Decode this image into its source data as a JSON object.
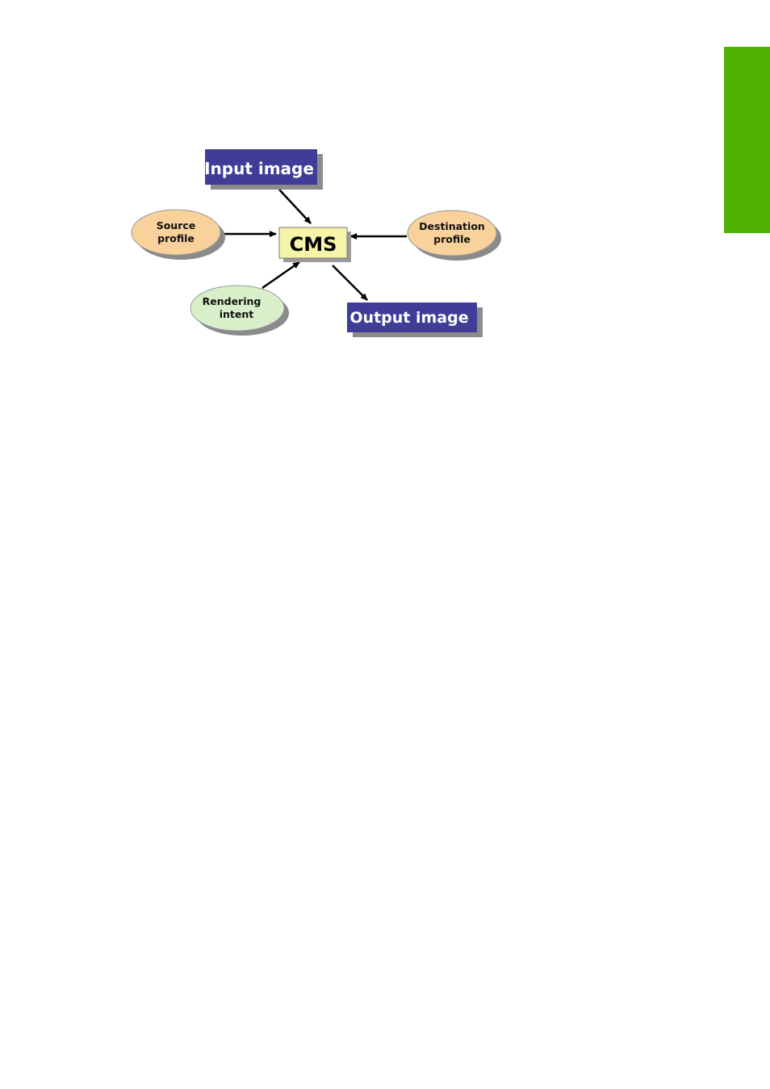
{
  "side_tab": {
    "color": "#4fb100"
  },
  "diagram": {
    "nodes": {
      "input_image": {
        "label": "Input image",
        "color": "#3f3d98"
      },
      "output_image": {
        "label": "Output image",
        "color": "#3f3d98"
      },
      "cms": {
        "label": "CMS",
        "color": "#f7f4a8"
      },
      "source_profile": {
        "line1": "Source",
        "line2": "profile",
        "color": "#f8d19b"
      },
      "destination_profile": {
        "line1": "Destination",
        "line2": "profile",
        "color": "#f8d19b"
      },
      "rendering_intent": {
        "line1": "Rendering",
        "line2": "intent",
        "color": "#d9efc9"
      }
    },
    "edges": [
      {
        "from": "input_image",
        "to": "cms"
      },
      {
        "from": "source_profile",
        "to": "cms"
      },
      {
        "from": "destination_profile",
        "to": "cms"
      },
      {
        "from": "rendering_intent",
        "to": "cms"
      },
      {
        "from": "cms",
        "to": "output_image"
      }
    ]
  }
}
